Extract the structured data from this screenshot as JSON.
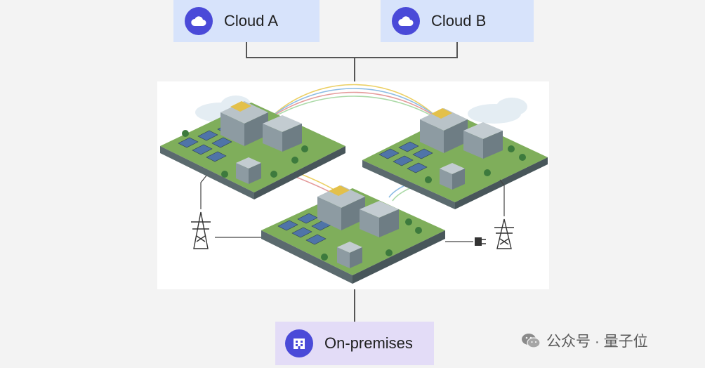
{
  "nodes": {
    "cloud_a": {
      "label": "Cloud A",
      "icon": "cloud-icon"
    },
    "cloud_b": {
      "label": "Cloud B",
      "icon": "cloud-icon"
    },
    "on_premises": {
      "label": "On-premises",
      "icon": "building-icon"
    }
  },
  "illustration": {
    "sites": [
      "datacenter-campus-left",
      "datacenter-campus-right",
      "datacenter-campus-center"
    ],
    "power": [
      "transmission-tower-left",
      "transmission-tower-right",
      "power-plug"
    ]
  },
  "watermark": {
    "text": "公众号 · 量子位",
    "icon": "wechat-icon"
  },
  "colors": {
    "cloud_box": "#d7e3fb",
    "onprem_box": "#e3dcf7",
    "icon_fill": "#4a4ad8",
    "connector": "#555555"
  }
}
